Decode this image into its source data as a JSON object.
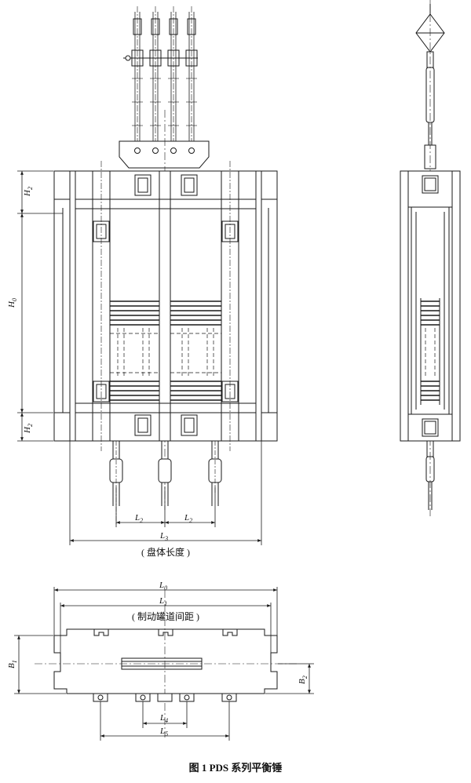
{
  "figure": {
    "caption": "图 1   PDS 系列平衡锤"
  },
  "front_view": {
    "dimensions": {
      "h2_top": {
        "main": "H",
        "sub": "2"
      },
      "h0": {
        "main": "H",
        "sub": "0"
      },
      "h2_bottom": {
        "main": "H",
        "sub": "2"
      },
      "l2_left": {
        "main": "L",
        "sub": "2"
      },
      "l2_right": {
        "main": "L",
        "sub": "2"
      },
      "l3": {
        "main": "L",
        "sub": "3"
      }
    },
    "l3_note": "( 盘体长度 )"
  },
  "plan_view": {
    "dimensions": {
      "l0": {
        "main": "L",
        "sub": "0"
      },
      "l1": {
        "main": "L",
        "sub": "1"
      },
      "b1": {
        "main": "B",
        "sub": "1"
      },
      "b2": {
        "main": "B",
        "sub": "2"
      },
      "l4": {
        "main": "L",
        "sub": "4"
      },
      "l5": {
        "main": "L",
        "sub": "5"
      }
    },
    "l1_note": "( 制动罐道间距 )"
  },
  "colors": {
    "line": "#1a1a1a",
    "paper": "#ffffff"
  }
}
